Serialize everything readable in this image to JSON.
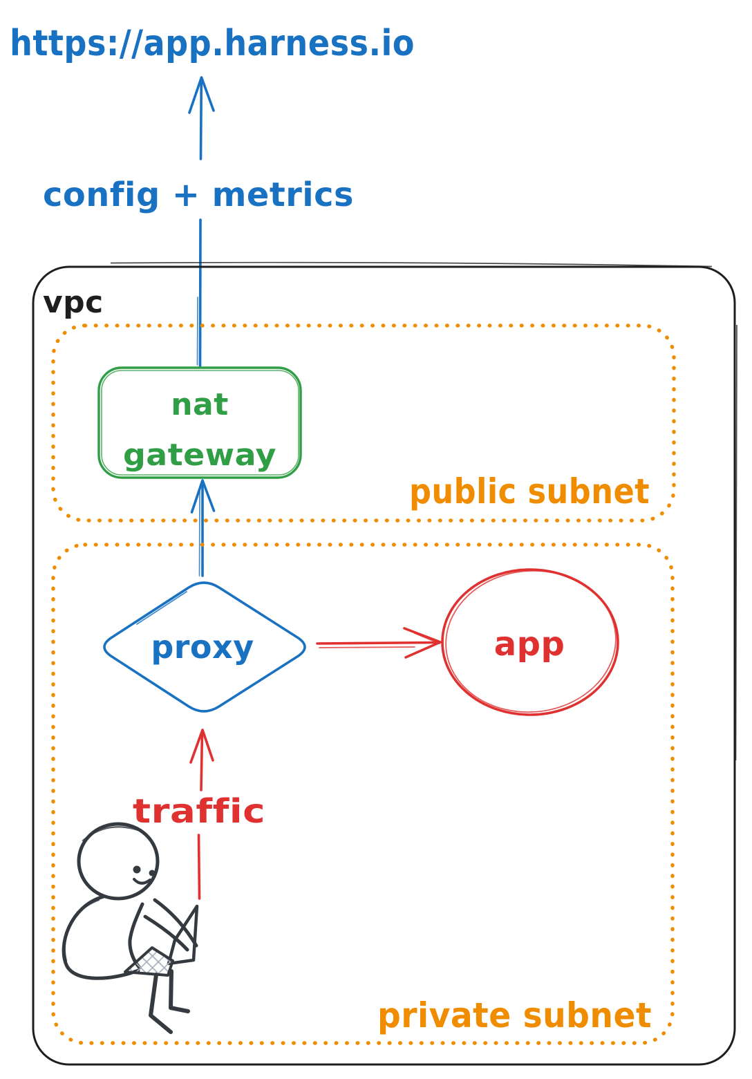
{
  "colors": {
    "blue": "#1971c2",
    "green": "#2f9e44",
    "orange": "#f08c00",
    "red": "#e03131",
    "ink": "#1e1e1e",
    "person": "#343a40",
    "background": "#ffffff"
  },
  "labels": {
    "url": "https://app.harness.io",
    "config_metrics": "config + metrics",
    "vpc": "vpc",
    "public_subnet": "public subnet",
    "nat_line1": "nat",
    "nat_line2": "gateway",
    "private_subnet": "private subnet",
    "proxy": "proxy",
    "app": "app",
    "traffic": "traffic"
  },
  "figures": {
    "person": "person-with-laptop"
  },
  "nodes": [
    {
      "id": "nat-gateway",
      "shape": "rounded-rect",
      "color": "green",
      "subnet": "public subnet"
    },
    {
      "id": "proxy",
      "shape": "diamond",
      "color": "blue",
      "subnet": "private subnet"
    },
    {
      "id": "app",
      "shape": "ellipse",
      "color": "red",
      "subnet": "private subnet"
    },
    {
      "id": "person-with-laptop",
      "shape": "figure",
      "color": "person",
      "subnet": "private subnet"
    }
  ],
  "edges": [
    {
      "id": "nat-to-cloud",
      "from": "nat-gateway",
      "to": "https://app.harness.io",
      "label": "config + metrics",
      "color": "blue",
      "direction": "up"
    },
    {
      "id": "proxy-to-nat",
      "from": "proxy",
      "to": "nat-gateway",
      "label": "",
      "color": "blue",
      "direction": "up"
    },
    {
      "id": "proxy-to-app",
      "from": "proxy",
      "to": "app",
      "label": "",
      "color": "red",
      "direction": "right"
    },
    {
      "id": "user-to-proxy",
      "from": "person-with-laptop",
      "to": "proxy",
      "label": "traffic",
      "color": "red",
      "direction": "up"
    }
  ]
}
